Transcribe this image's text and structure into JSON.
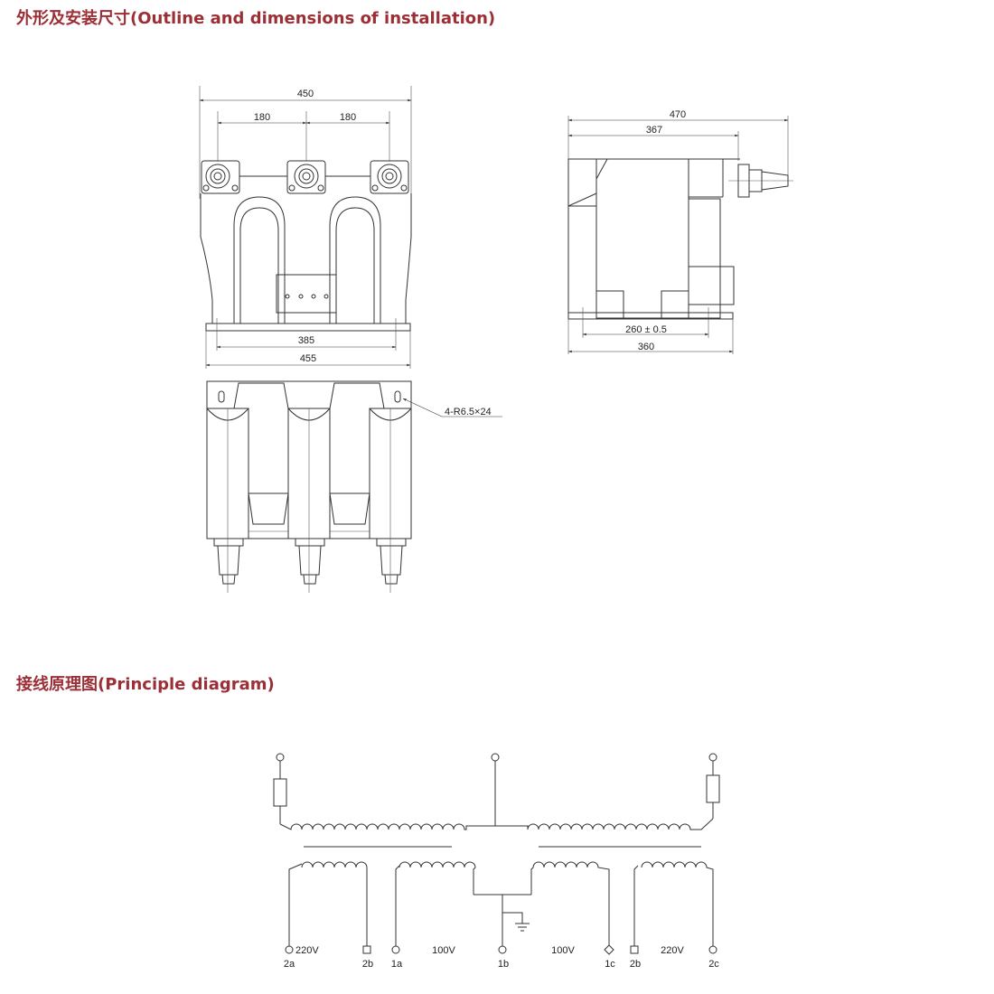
{
  "headings": {
    "outline": "外形及安装尺寸(Outline and dimensions of installation)",
    "principle": "接线原理图(Principle diagram)"
  },
  "colors": {
    "heading": "#9c2f36",
    "line": "#333333"
  },
  "outline": {
    "front": {
      "overall_width": "450",
      "pitch_left": "180",
      "pitch_right": "180",
      "base_inner": "385",
      "base_outer": "455"
    },
    "side": {
      "overall": "470",
      "body": "367",
      "mount_spacing": "260 ± 0.5",
      "base": "360"
    },
    "plan": {
      "hole_note": "4-R6.5×24"
    }
  },
  "principle": {
    "terminals": [
      {
        "label": "2a",
        "voltage": "220V"
      },
      {
        "label": "2b",
        "voltage": ""
      },
      {
        "label": "1a",
        "voltage": ""
      },
      {
        "label": "",
        "voltage": "100V"
      },
      {
        "label": "1b",
        "voltage": ""
      },
      {
        "label": "",
        "voltage": "100V"
      },
      {
        "label": "1c",
        "voltage": ""
      },
      {
        "label": "2b",
        "voltage": ""
      },
      {
        "label": "",
        "voltage": "220V"
      },
      {
        "label": "2c",
        "voltage": ""
      }
    ]
  }
}
